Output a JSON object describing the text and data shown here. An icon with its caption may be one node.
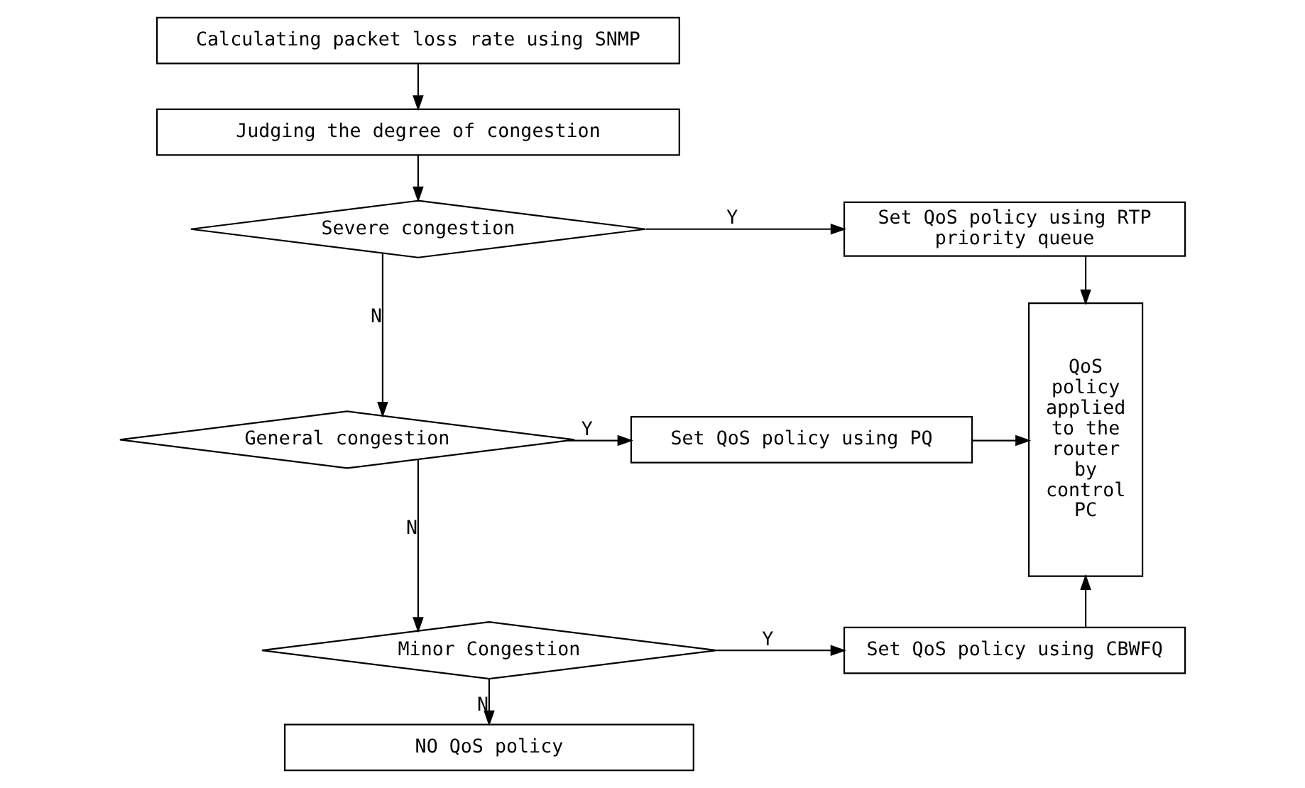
{
  "diagram": {
    "nodes": [
      {
        "text": [
          "Calculating packet loss rate using SNMP"
        ]
      },
      {
        "text": [
          "Judging the degree of congestion"
        ]
      },
      {
        "text": [
          "Severe congestion"
        ]
      },
      {
        "text": [
          "Set QoS policy using RTP priority queue"
        ]
      },
      {
        "text": [
          "QoS policy applied to the router by control PC"
        ]
      },
      {
        "text": [
          "General congestion"
        ]
      },
      {
        "text": [
          "Set QoS policy using PQ"
        ]
      },
      {
        "text": [
          "Minor Congestion"
        ]
      },
      {
        "text": [
          "Set QoS policy using CBWFQ"
        ]
      },
      {
        "text": [
          "NO QoS policy"
        ]
      }
    ],
    "edges": [
      {
        "from": 0,
        "to": 1,
        "arrow": "to"
      },
      {
        "from": 1,
        "to": 2,
        "arrow": "to"
      },
      {
        "from": 2,
        "to": 3,
        "arrow": "to",
        "label": "Y"
      },
      {
        "from": 3,
        "to": 4,
        "arrow": "to"
      },
      {
        "from": 2,
        "to": 5,
        "arrow": "to",
        "label": "N"
      },
      {
        "from": 5,
        "to": 6,
        "arrow": "to",
        "label": "Y"
      },
      {
        "from": 6,
        "to": 4,
        "arrow": "to"
      },
      {
        "from": 5,
        "to": 7,
        "arrow": "to",
        "label": "N"
      },
      {
        "from": 7,
        "to": 8,
        "arrow": "to",
        "label": "Y"
      },
      {
        "from": 8,
        "to": 4,
        "arrow": "to"
      },
      {
        "from": 7,
        "to": 9,
        "arrow": "to",
        "label": "N"
      }
    ]
  }
}
